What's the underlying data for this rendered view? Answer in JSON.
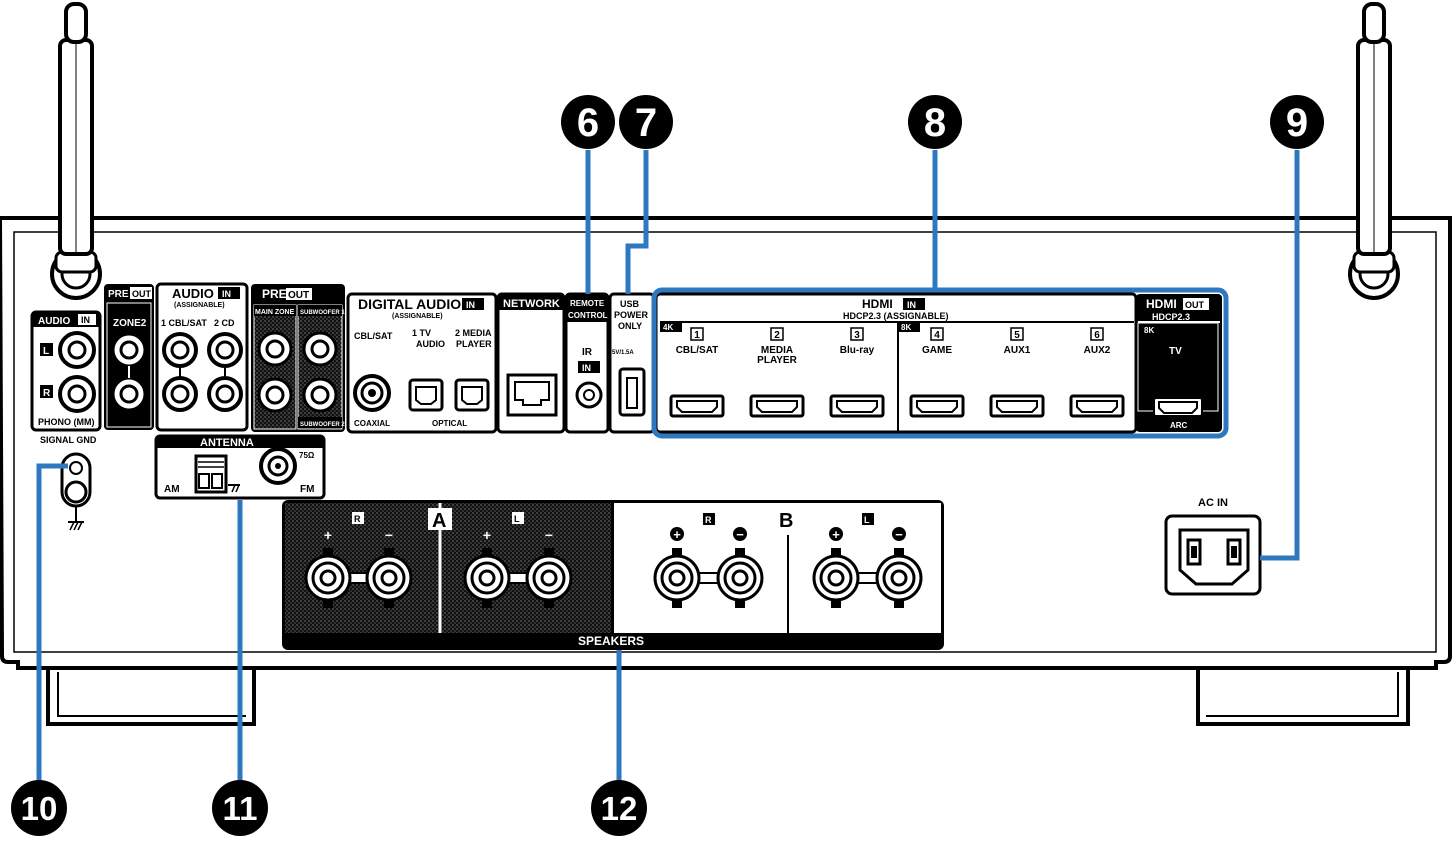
{
  "callouts": {
    "c6": "6",
    "c7": "7",
    "c8": "8",
    "c9": "9",
    "c10": "10",
    "c11": "11",
    "c12": "12"
  },
  "labels": {
    "pre": "PRE",
    "out": "OUT",
    "in": "IN",
    "audio_in": "AUDIO",
    "phono": "PHONO (MM)",
    "l": "L",
    "r": "R",
    "zone2": "ZONE2",
    "audio_in_big": "AUDIO",
    "assignable": "(ASSIGNABLE)",
    "cbl_sat_cd_1": "1 CBL/SAT",
    "cbl_sat_cd_2": "2  CD",
    "main_zone": "MAIN ZONE",
    "subwoofer1": "SUBWOOFER 1",
    "subwoofer2": "SUBWOOFER 2",
    "digital_audio": "DIGITAL AUDIO",
    "cbl_sat": "CBL/SAT",
    "tv_audio_1": "1  TV",
    "tv_audio_2": "AUDIO",
    "media_player_1": "2  MEDIA",
    "media_player_2": "PLAYER",
    "coaxial": "COAXIAL",
    "optical": "OPTICAL",
    "network": "NETWORK",
    "remote": "REMOTE",
    "control": "CONTROL",
    "ir": "IR",
    "usb": "USB",
    "power": "POWER",
    "only": "ONLY",
    "usb_rating": "5V/1.5A",
    "hdmi": "HDMI",
    "hdcp_assign": "HDCP2.3 (ASSIGNABLE)",
    "hdcp": "HDCP2.3",
    "k4": "4K",
    "k8a": "8K",
    "k8b": "8K",
    "tv": "TV",
    "arc": "ARC",
    "signal_gnd": "SIGNAL GND",
    "antenna": "ANTENNA",
    "am": "AM",
    "fm": "FM",
    "ohm": "75Ω",
    "ac_in": "AC IN",
    "speakers": "SPEAKERS",
    "a": "A",
    "b": "B",
    "plus": "+",
    "minus": "−"
  },
  "hdmi_inputs": [
    {
      "num": "1",
      "line1": "CBL/SAT",
      "line2": ""
    },
    {
      "num": "2",
      "line1": "MEDIA",
      "line2": "PLAYER"
    },
    {
      "num": "3",
      "line1": "Blu-ray",
      "line2": ""
    },
    {
      "num": "4",
      "line1": "GAME",
      "line2": ""
    },
    {
      "num": "5",
      "line1": "AUX1",
      "line2": ""
    },
    {
      "num": "6",
      "line1": "AUX2",
      "line2": ""
    }
  ],
  "colors": {
    "accent": "#2e78c0",
    "panel": "#000000",
    "chassis": "#ffffff"
  }
}
